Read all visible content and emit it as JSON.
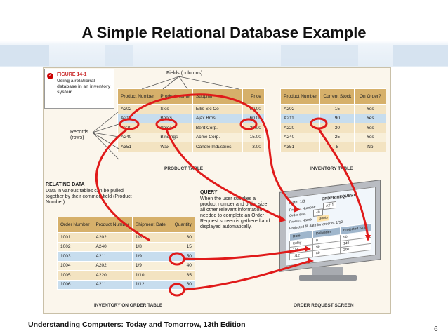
{
  "slide": {
    "title": "A Simple Relational Database Example",
    "footer": "Understanding Computers: Today and Tomorrow, 13th Edition",
    "page_number": "6"
  },
  "figure": {
    "caption_label": "FIGURE 14-1",
    "caption_text": "Using a relational database in an inventory system.",
    "fields_label": "Fields (columns)",
    "records_label": "Records (rows)",
    "relating_title": "RELATING DATA",
    "relating_text": "Data in various tables can be pulled together by their common field (Product Number).",
    "query_title": "QUERY",
    "query_text": "When the user supplies a product number and order size, all other relevant information needed to complete an Order Request screen is gathered and displayed automatically.",
    "product_table": {
      "caption": "PRODUCT TABLE",
      "headers": [
        "Product Number",
        "Product Name",
        "Supplier",
        "Price"
      ],
      "rows": [
        [
          "A202",
          "Skis",
          "Ellis Ski Co",
          "90.00"
        ],
        [
          "A211",
          "Boots",
          "Ajax Bros.",
          "60.00"
        ],
        [
          "A220",
          "Poles",
          "Bent Corp.",
          "25.00"
        ],
        [
          "A240",
          "Bindings",
          "Acme Corp.",
          "15.00"
        ],
        [
          "A351",
          "Wax",
          "Candle Industries",
          "3.00"
        ]
      ]
    },
    "inventory_table": {
      "caption": "INVENTORY TABLE",
      "headers": [
        "Product Number",
        "Current Stock",
        "On Order?"
      ],
      "rows": [
        [
          "A202",
          "15",
          "Yes"
        ],
        [
          "A211",
          "90",
          "Yes"
        ],
        [
          "A220",
          "30",
          "Yes"
        ],
        [
          "A240",
          "25",
          "Yes"
        ],
        [
          "A351",
          "8",
          "No"
        ]
      ]
    },
    "order_table": {
      "caption": "INVENTORY ON ORDER TABLE",
      "headers": [
        "Order Number",
        "Product Number",
        "Shipment Date",
        "Quantity"
      ],
      "rows": [
        [
          "1001",
          "A202",
          "1/8",
          "30"
        ],
        [
          "1002",
          "A240",
          "1/8",
          "15"
        ],
        [
          "1003",
          "A211",
          "1/9",
          "50"
        ],
        [
          "1004",
          "A202",
          "1/9",
          "40"
        ],
        [
          "1005",
          "A220",
          "1/10",
          "35"
        ],
        [
          "1006",
          "A211",
          "1/12",
          "60"
        ]
      ]
    },
    "order_screen": {
      "caption": "ORDER REQUEST SCREEN",
      "heading": "ORDER REQUEST",
      "date_label": "Date: 1/8",
      "product_label": "Product Number:",
      "product_value": "A211",
      "size_label": "Order size:",
      "size_value": "40",
      "name_label": "Product Name:",
      "name_value": "Boots",
      "projected_label": "Projected fill date for order is: 1/12",
      "grid_headers": [
        "Date",
        "Deliveries",
        "Projected Stock"
      ],
      "grid_rows": [
        [
          "today",
          "0",
          "90"
        ],
        [
          "1/9",
          "50",
          "140"
        ],
        [
          "1/12",
          "60",
          "200"
        ]
      ]
    }
  }
}
